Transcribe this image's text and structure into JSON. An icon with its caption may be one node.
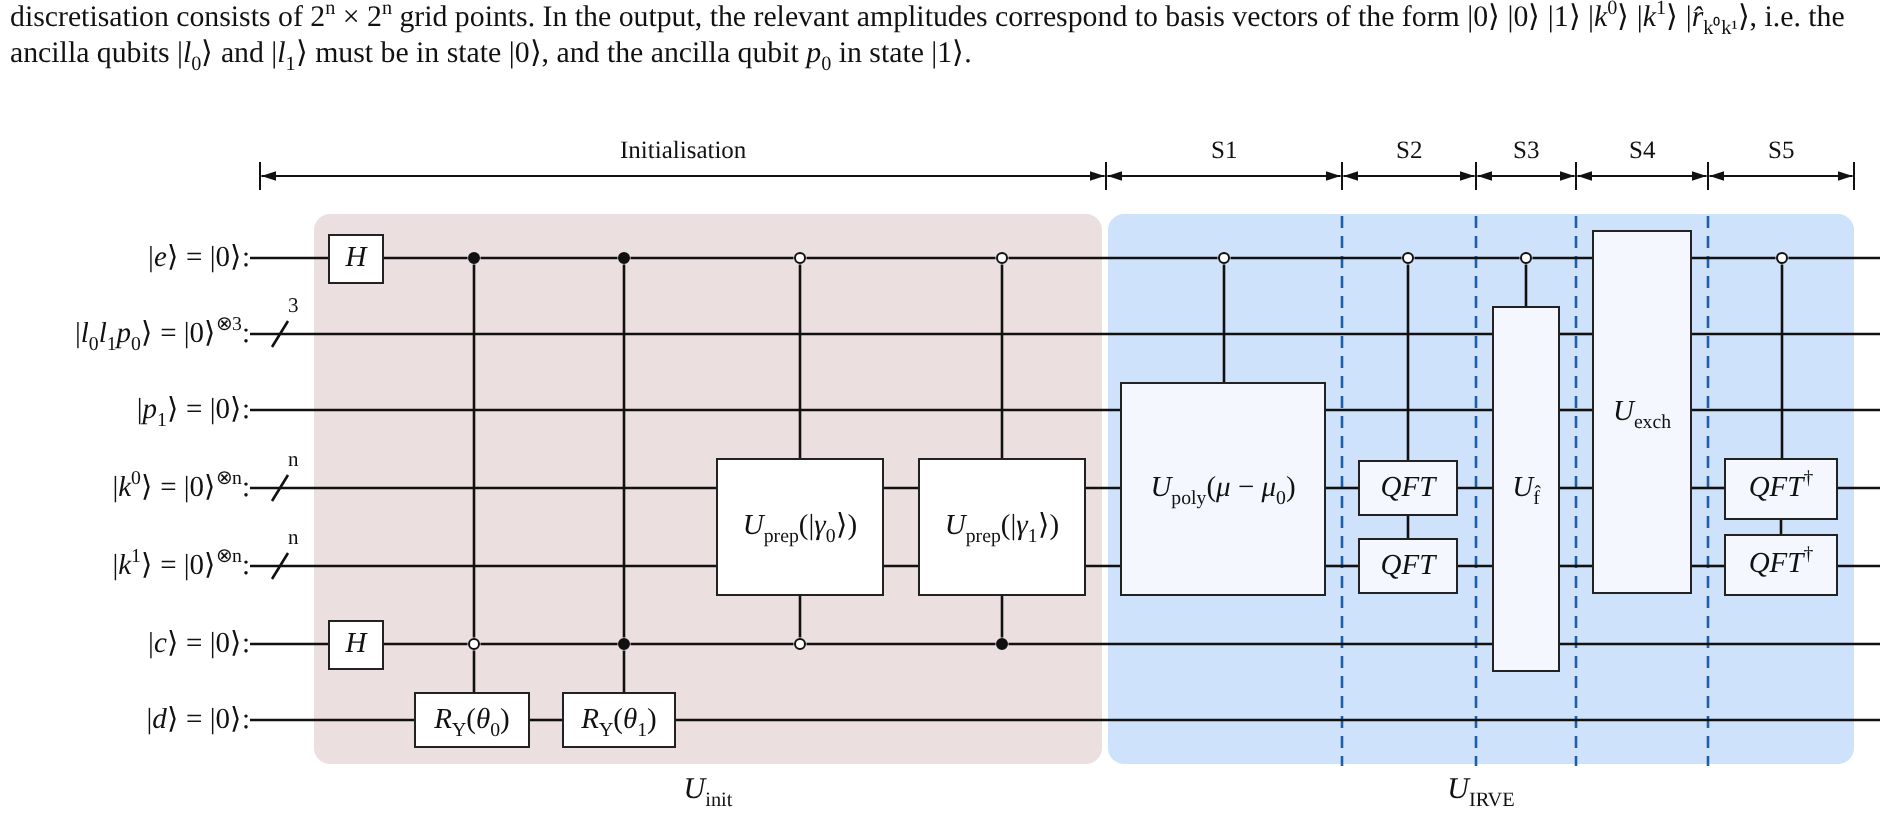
{
  "diagram": {
    "nodes": [
      {
        "text": [
          "|*e*⟩ = |0⟩:"
        ]
      },
      {
        "text": [
          "|*l*$_{0}$*l*$_{1}$*p*$_{0}$⟩ = |0⟩$^{⊗3}$:"
        ]
      },
      {
        "text": [
          "|*p*$_{1}$⟩ = |0⟩:"
        ]
      },
      {
        "text": [
          "|*k*$^{0}$⟩ = |0⟩$^{⊗n}$:"
        ]
      },
      {
        "text": [
          "|*k*$^{1}$⟩ = |0⟩$^{⊗n}$:"
        ]
      },
      {
        "text": [
          "|*c*⟩ = |0⟩:"
        ]
      },
      {
        "text": [
          "|*d*⟩ = |0⟩:"
        ]
      },
      {
        "text": [
          "*U*$_{init}$"
        ]
      },
      {
        "text": [
          "*H*"
        ],
        "in": 7
      },
      {
        "text": [
          "*H*"
        ],
        "in": 7
      },
      {
        "text": [],
        "shape": "dot",
        "in": 7
      },
      {
        "text": [],
        "shape": "circle",
        "in": 7
      },
      {
        "text": [
          "*R*$_{Y}$(*θ*$_{0}$)"
        ],
        "in": 7
      },
      {
        "text": [],
        "shape": "dot",
        "in": 7
      },
      {
        "text": [],
        "shape": "dot",
        "in": 7
      },
      {
        "text": [
          "*R*$_{Y}$(*θ*$_{1}$)"
        ],
        "in": 7
      },
      {
        "text": [],
        "shape": "circle",
        "in": 7
      },
      {
        "text": [
          "*U*$_{prep}$(|*γ*$_{0}$⟩)"
        ],
        "in": 7
      },
      {
        "text": [],
        "shape": "circle",
        "in": 7
      },
      {
        "text": [],
        "shape": "circle",
        "in": 7
      },
      {
        "text": [
          "*U*$_{prep}$(|*γ*$_{1}$⟩)"
        ],
        "in": 7
      },
      {
        "text": [],
        "shape": "dot",
        "in": 7
      },
      {
        "text": [
          "*U*$_{IRVE}$"
        ]
      },
      {
        "text": [],
        "shape": "circle",
        "in": 22
      },
      {
        "text": [
          "*U*$_{poly}$(*μ* − *μ*$_{0}$)"
        ],
        "in": 22
      },
      {
        "text": [],
        "shape": "circle",
        "in": 22
      },
      {
        "text": [
          "*QFT*"
        ],
        "in": 22
      },
      {
        "text": [
          "*QFT*"
        ],
        "in": 22
      },
      {
        "text": [],
        "shape": "circle",
        "in": 22
      },
      {
        "text": [
          "*U*$_{f̂}$"
        ],
        "in": 22
      },
      {
        "text": [
          "*U*$_{exch}$"
        ],
        "in": 22
      },
      {
        "text": [],
        "shape": "circle",
        "in": 22
      },
      {
        "text": [
          "*QFT*$^{†}$"
        ],
        "in": 22
      },
      {
        "text": [
          "*QFT*$^{†}$"
        ],
        "in": 22
      }
    ],
    "edges": [
      {
        "from": 0,
        "to": 8,
        "arrow": "none"
      },
      {
        "from": 8,
        "to": 10,
        "arrow": "none"
      },
      {
        "from": 10,
        "to": 13,
        "arrow": "none"
      },
      {
        "from": 13,
        "to": 16,
        "arrow": "none"
      },
      {
        "from": 16,
        "to": 19,
        "arrow": "none"
      },
      {
        "from": 19,
        "to": 23,
        "arrow": "none"
      },
      {
        "from": 23,
        "to": 25,
        "arrow": "none"
      },
      {
        "from": 25,
        "to": 28,
        "arrow": "none"
      },
      {
        "from": 28,
        "to": 30,
        "arrow": "none"
      },
      {
        "from": 30,
        "to": 31,
        "arrow": "none"
      },
      {
        "from": 31,
        "to": null,
        "arrow": "none"
      },
      {
        "from": 1,
        "to": 29,
        "arrow": "none",
        "label": "3"
      },
      {
        "from": 29,
        "to": 30,
        "arrow": "none"
      },
      {
        "from": 30,
        "to": null,
        "arrow": "none"
      },
      {
        "from": 2,
        "to": 24,
        "arrow": "none"
      },
      {
        "from": 24,
        "to": 29,
        "arrow": "none"
      },
      {
        "from": 29,
        "to": 30,
        "arrow": "none"
      },
      {
        "from": 30,
        "to": null,
        "arrow": "none"
      },
      {
        "from": 3,
        "to": 17,
        "arrow": "none",
        "label": "n"
      },
      {
        "from": 17,
        "to": 20,
        "arrow": "none"
      },
      {
        "from": 20,
        "to": 24,
        "arrow": "none"
      },
      {
        "from": 24,
        "to": 26,
        "arrow": "none"
      },
      {
        "from": 26,
        "to": 29,
        "arrow": "none"
      },
      {
        "from": 29,
        "to": 30,
        "arrow": "none"
      },
      {
        "from": 30,
        "to": 32,
        "arrow": "none"
      },
      {
        "from": 32,
        "to": null,
        "arrow": "none"
      },
      {
        "from": 4,
        "to": 17,
        "arrow": "none",
        "label": "n"
      },
      {
        "from": 17,
        "to": 20,
        "arrow": "none"
      },
      {
        "from": 20,
        "to": 24,
        "arrow": "none"
      },
      {
        "from": 24,
        "to": 27,
        "arrow": "none"
      },
      {
        "from": 27,
        "to": 29,
        "arrow": "none"
      },
      {
        "from": 29,
        "to": 30,
        "arrow": "none"
      },
      {
        "from": 30,
        "to": 33,
        "arrow": "none"
      },
      {
        "from": 33,
        "to": null,
        "arrow": "none"
      },
      {
        "from": 5,
        "to": 9,
        "arrow": "none"
      },
      {
        "from": 9,
        "to": 11,
        "arrow": "none"
      },
      {
        "from": 11,
        "to": 14,
        "arrow": "none"
      },
      {
        "from": 14,
        "to": 18,
        "arrow": "none"
      },
      {
        "from": 18,
        "to": 21,
        "arrow": "none"
      },
      {
        "from": 21,
        "to": 29,
        "arrow": "none"
      },
      {
        "from": 29,
        "to": null,
        "arrow": "none"
      },
      {
        "from": 6,
        "to": 12,
        "arrow": "none"
      },
      {
        "from": 12,
        "to": 15,
        "arrow": "none"
      },
      {
        "from": 15,
        "to": null,
        "arrow": "none"
      },
      {
        "from": 10,
        "to": 11,
        "arrow": "none"
      },
      {
        "from": 11,
        "to": 12,
        "arrow": "none"
      },
      {
        "from": 13,
        "to": 14,
        "arrow": "none"
      },
      {
        "from": 14,
        "to": 15,
        "arrow": "none"
      },
      {
        "from": 16,
        "to": 17,
        "arrow": "none"
      },
      {
        "from": 17,
        "to": 18,
        "arrow": "none"
      },
      {
        "from": 19,
        "to": 20,
        "arrow": "none"
      },
      {
        "from": 20,
        "to": 21,
        "arrow": "none"
      },
      {
        "from": 23,
        "to": 24,
        "arrow": "none"
      },
      {
        "from": 25,
        "to": 26,
        "arrow": "none"
      },
      {
        "from": 26,
        "to": 27,
        "arrow": "none"
      },
      {
        "from": 28,
        "to": 29,
        "arrow": "none"
      },
      {
        "from": 31,
        "to": 32,
        "arrow": "none"
      },
      {
        "from": 32,
        "to": 33,
        "arrow": "none"
      }
    ],
    "labels": [
      "discretisation consists of 2$^{n}$ × 2$^{n}$ grid points. In the output, the relevant amplitudes correspond to basis vectors of the form |0⟩ |0⟩ |1⟩ |*k*$^{0}$⟩ |*k*$^{1}$⟩ |*r̂*$_{k⁰k¹}$⟩, i.e. the ancilla qubits |*l*$_{0}$⟩ and |*l*$_{1}$⟩ must be in state |0⟩, and the ancilla qubit *p*$_{0}$ in state |1⟩.",
      "Initialisation",
      "S1",
      "S2",
      "S3",
      "S4",
      "S5"
    ]
  }
}
